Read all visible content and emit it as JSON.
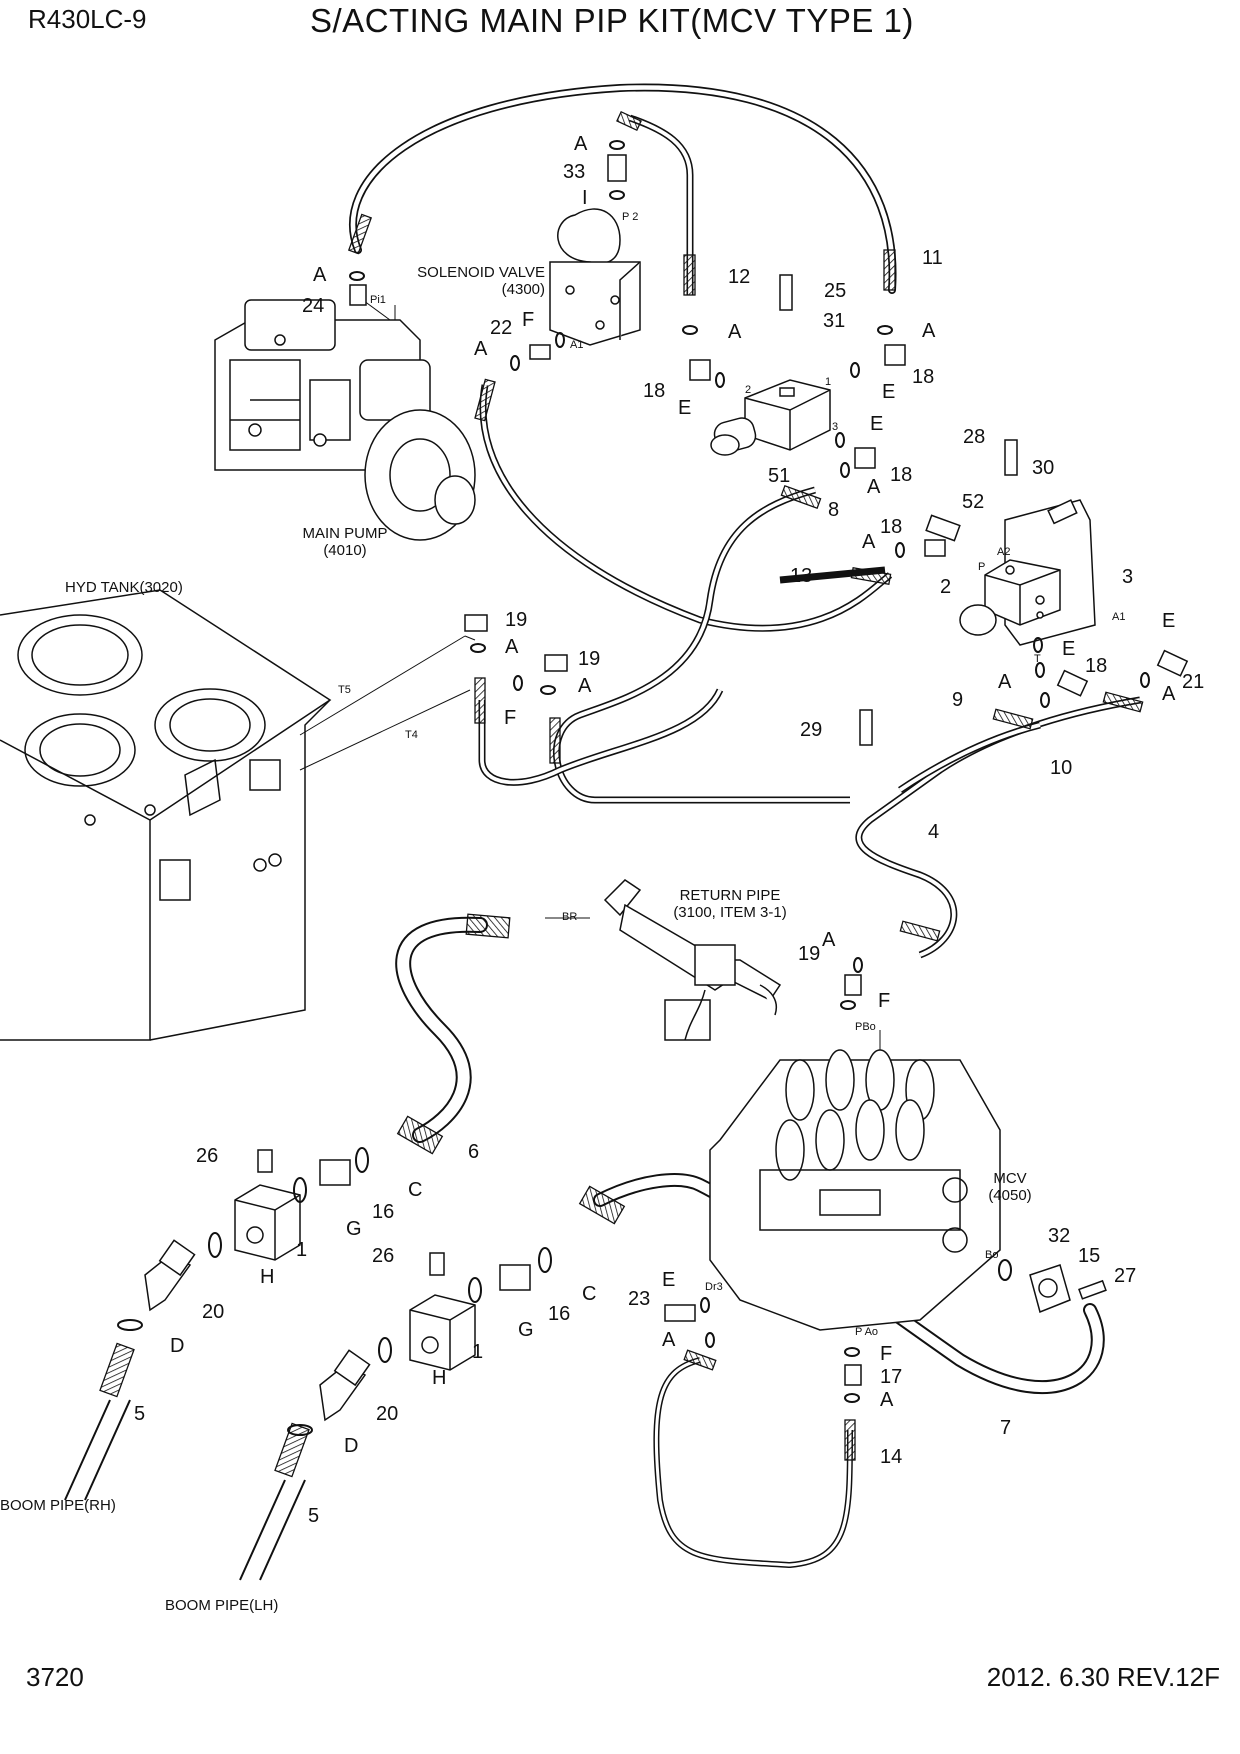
{
  "header": {
    "model": "R430LC-9",
    "title": "S/ACTING MAIN PIP KIT(MCV TYPE 1)"
  },
  "footer": {
    "page_number": "3720",
    "date_rev": "2012. 6.30  REV.12F"
  },
  "components": {
    "solenoid_valve": [
      "SOLENOID VALVE",
      "(4300)"
    ],
    "main_pump": [
      "MAIN PUMP",
      "(4010)"
    ],
    "hyd_tank": "HYD TANK(3020)",
    "return_pipe": [
      "RETURN PIPE",
      "(3100, ITEM 3-1)"
    ],
    "mcv": [
      "MCV",
      "(4050)"
    ],
    "boom_pipe_rh": "BOOM PIPE(RH)",
    "boom_pipe_lh": "BOOM PIPE(LH)"
  },
  "port_labels": {
    "p2": "P 2",
    "pi1": "Pi1",
    "a1_top": "A1",
    "port_1": "1",
    "port_2": "2",
    "port_3": "3",
    "a2": "A2",
    "p": "P",
    "t": "T",
    "a1_right": "A1",
    "t5": "T5",
    "t4": "T4",
    "br": "BR",
    "pbo": "PBo",
    "dr3": "Dr3",
    "pao": "P Ao",
    "bo": "Bo"
  },
  "callouts": {
    "c1": "A",
    "c2": "33",
    "c3": "I",
    "c4": "A",
    "c5": "24",
    "c6": "12",
    "c7": "25",
    "c8": "11",
    "c9": "22",
    "c10": "F",
    "c11": "A",
    "c12": "A",
    "c13": "31",
    "c14": "A",
    "c15": "18",
    "c16": "E",
    "c17": "E",
    "c18": "18",
    "c19": "E",
    "c20": "51",
    "c21": "A",
    "c22": "18",
    "c23": "28",
    "c24": "30",
    "c25": "52",
    "c26": "8",
    "c27": "18",
    "c28": "A",
    "c29": "13",
    "c30": "2",
    "c31": "3",
    "c32": "E",
    "c33": "E",
    "c34": "21",
    "c35": "18",
    "c36": "A",
    "c37": "A",
    "c38": "19",
    "c39": "A",
    "c40": "19",
    "c41": "A",
    "c42": "F",
    "c43": "29",
    "c44": "9",
    "c45": "10",
    "c46": "4",
    "c47": "A",
    "c48": "19",
    "c49": "F",
    "c50": "26",
    "c51": "6",
    "c52": "C",
    "c53": "16",
    "c54": "G",
    "c55": "1",
    "c56": "H",
    "c57": "20",
    "c58": "D",
    "c59": "5",
    "c60": "26",
    "c61": "C",
    "c62": "16",
    "c63": "G",
    "c64": "1",
    "c65": "H",
    "c66": "20",
    "c67": "D",
    "c68": "5",
    "c69": "32",
    "c70": "15",
    "c71": "27",
    "c72": "E",
    "c73": "23",
    "c74": "A",
    "c75": "F",
    "c76": "17",
    "c77": "A",
    "c78": "14",
    "c79": "7"
  }
}
